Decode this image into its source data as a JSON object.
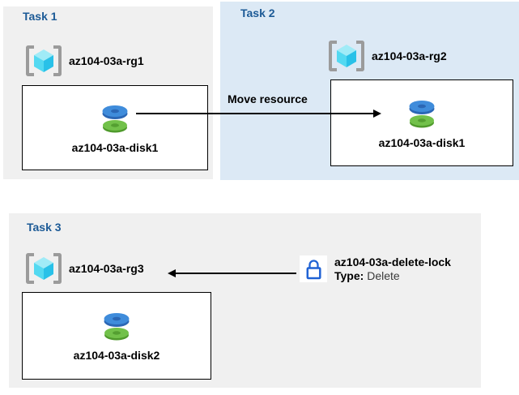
{
  "task1": {
    "title": "Task 1",
    "rg": "az104-03a-rg1",
    "disk": "az104-03a-disk1"
  },
  "task2": {
    "title": "Task 2",
    "rg": "az104-03a-rg2",
    "disk": "az104-03a-disk1"
  },
  "task3": {
    "title": "Task 3",
    "rg": "az104-03a-rg3",
    "disk": "az104-03a-disk2"
  },
  "move_arrow": {
    "label": "Move resource"
  },
  "lock": {
    "name": "az104-03a-delete-lock",
    "type_key": "Type:",
    "type_value": "Delete"
  },
  "colors": {
    "panel_gray": "#f0f0f0",
    "panel_blue": "#dce9f5",
    "title_blue": "#1c5a96",
    "lock_blue": "#2062d4",
    "disk_blue": "#3f8cdb",
    "disk_green": "#72c14a",
    "cube_cyan": "#53d9f1",
    "bracket_gray": "#9b9b9b"
  }
}
